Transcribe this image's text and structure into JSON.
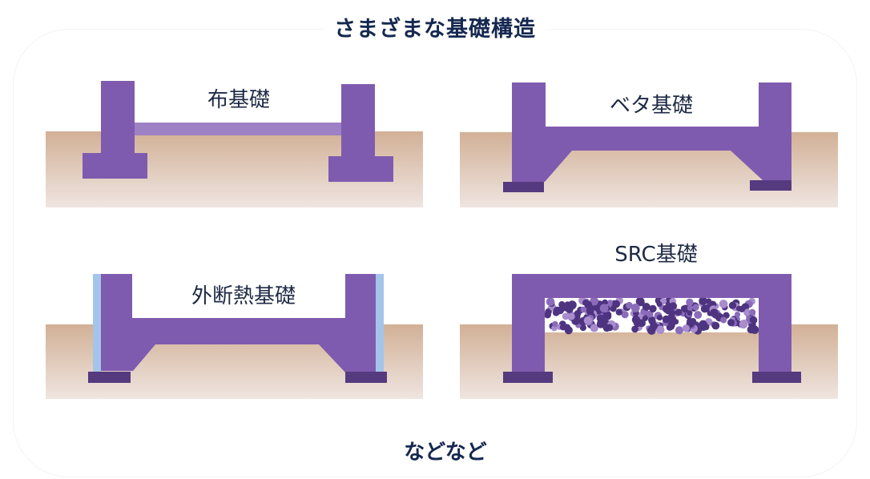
{
  "title": "さまざまな基礎構造",
  "footer": "などなど",
  "colors": {
    "concrete": "#7f5baf",
    "slab_light": "#9e80c4",
    "footing_dark": "#553a7f",
    "insulation": "#a5c4ea",
    "soil_top": "#d2b096",
    "soil_bottom": "#efe5e0",
    "text": "#142850"
  },
  "panels": [
    {
      "id": "nuno",
      "label": "布基礎"
    },
    {
      "id": "beta",
      "label": "ベタ基礎"
    },
    {
      "id": "sotodannetsu",
      "label": "外断熱基礎"
    },
    {
      "id": "src",
      "label": "SRC基礎"
    }
  ]
}
